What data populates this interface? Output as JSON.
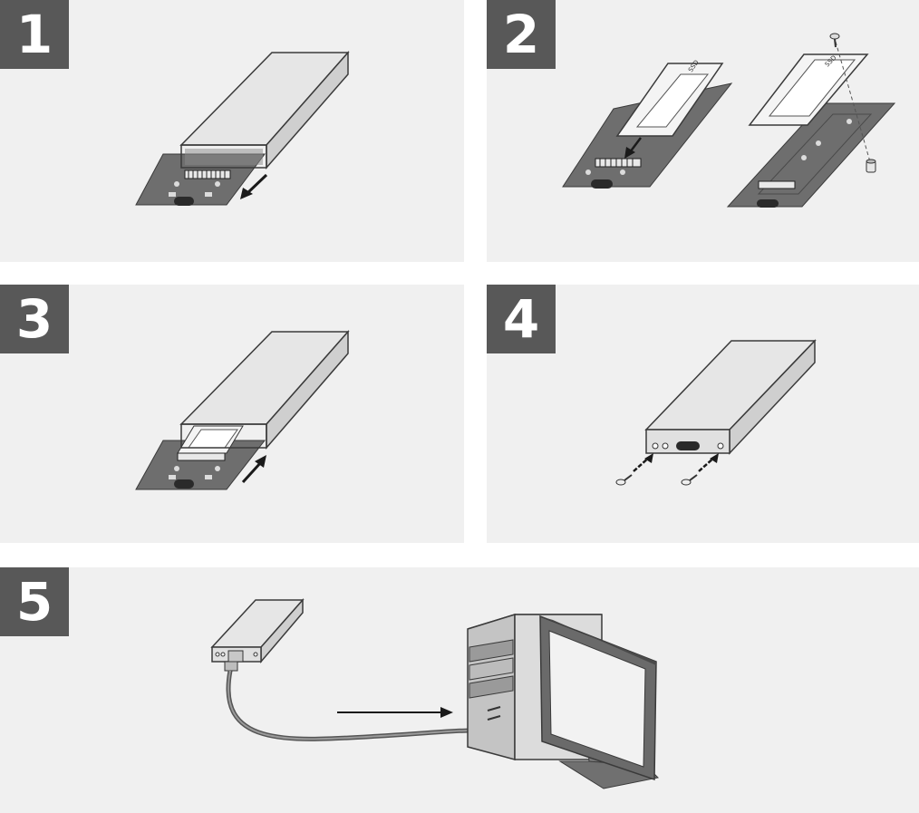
{
  "steps": [
    {
      "number": "1",
      "action": "slide-tray-out"
    },
    {
      "number": "2",
      "action": "insert-ssd-and-screw"
    },
    {
      "number": "3",
      "action": "slide-tray-in"
    },
    {
      "number": "4",
      "action": "fasten-end-screws"
    },
    {
      "number": "5",
      "action": "connect-to-computer"
    }
  ],
  "ssd_labels": [
    "SSD",
    "SSD"
  ],
  "colors": {
    "panel_bg": "#f0f0f0",
    "number_bg": "#585858",
    "number_text": "#ffffff",
    "board": "#6e6e6e",
    "enclosure": "#e2e2e2",
    "outline": "#3a3a3a",
    "arrow": "#1a1a1a"
  }
}
